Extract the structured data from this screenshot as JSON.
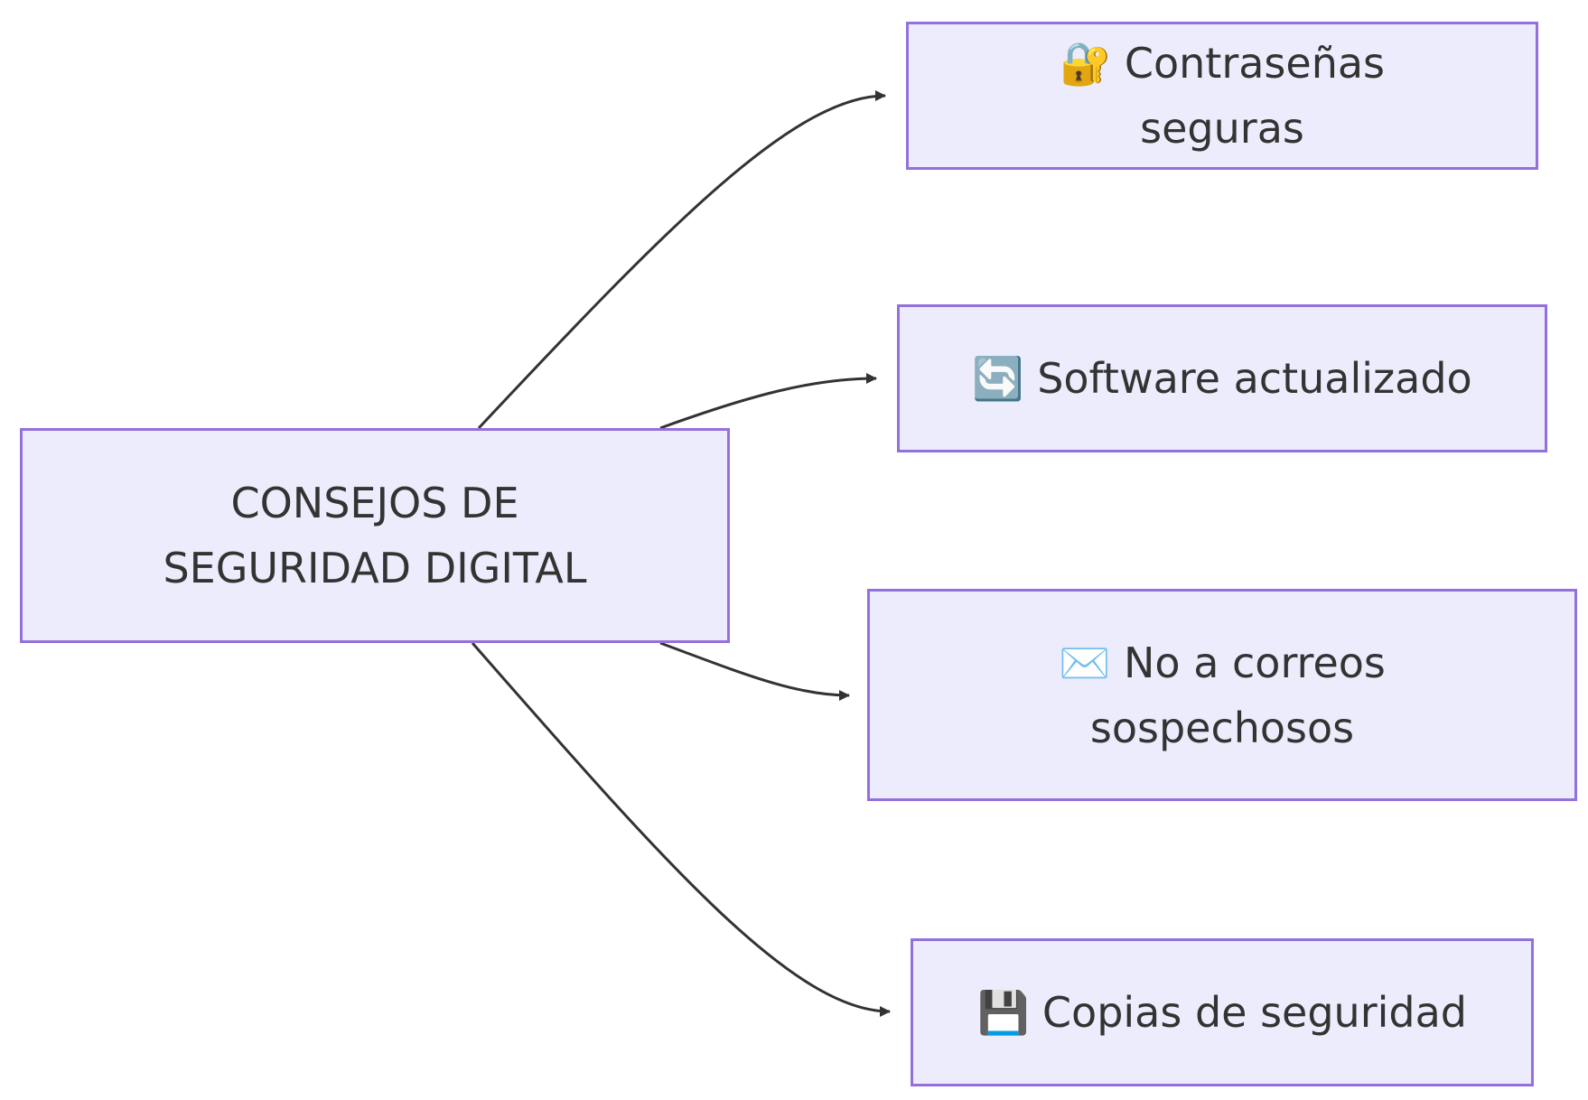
{
  "diagram": {
    "root": {
      "label": "CONSEJOS DE SEGURIDAD DIGITAL"
    },
    "nodes": [
      {
        "id": "n1",
        "label": "🔐 Contraseñas seguras",
        "icon": "lock-with-key-icon"
      },
      {
        "id": "n2",
        "label": "🔄 Software actualizado",
        "icon": "refresh-arrows-icon"
      },
      {
        "id": "n3",
        "label": "✉️ No a correos sospechosos",
        "icon": "envelope-icon"
      },
      {
        "id": "n4",
        "label": "💾 Copias de seguridad",
        "icon": "floppy-disk-icon"
      }
    ],
    "edges": [
      {
        "from": "root",
        "to": "n1"
      },
      {
        "from": "root",
        "to": "n2"
      },
      {
        "from": "root",
        "to": "n3"
      },
      {
        "from": "root",
        "to": "n4"
      }
    ],
    "colors": {
      "node_fill": "#ececfc",
      "node_border": "#9370db",
      "edge": "#333333",
      "text": "#333333"
    }
  }
}
